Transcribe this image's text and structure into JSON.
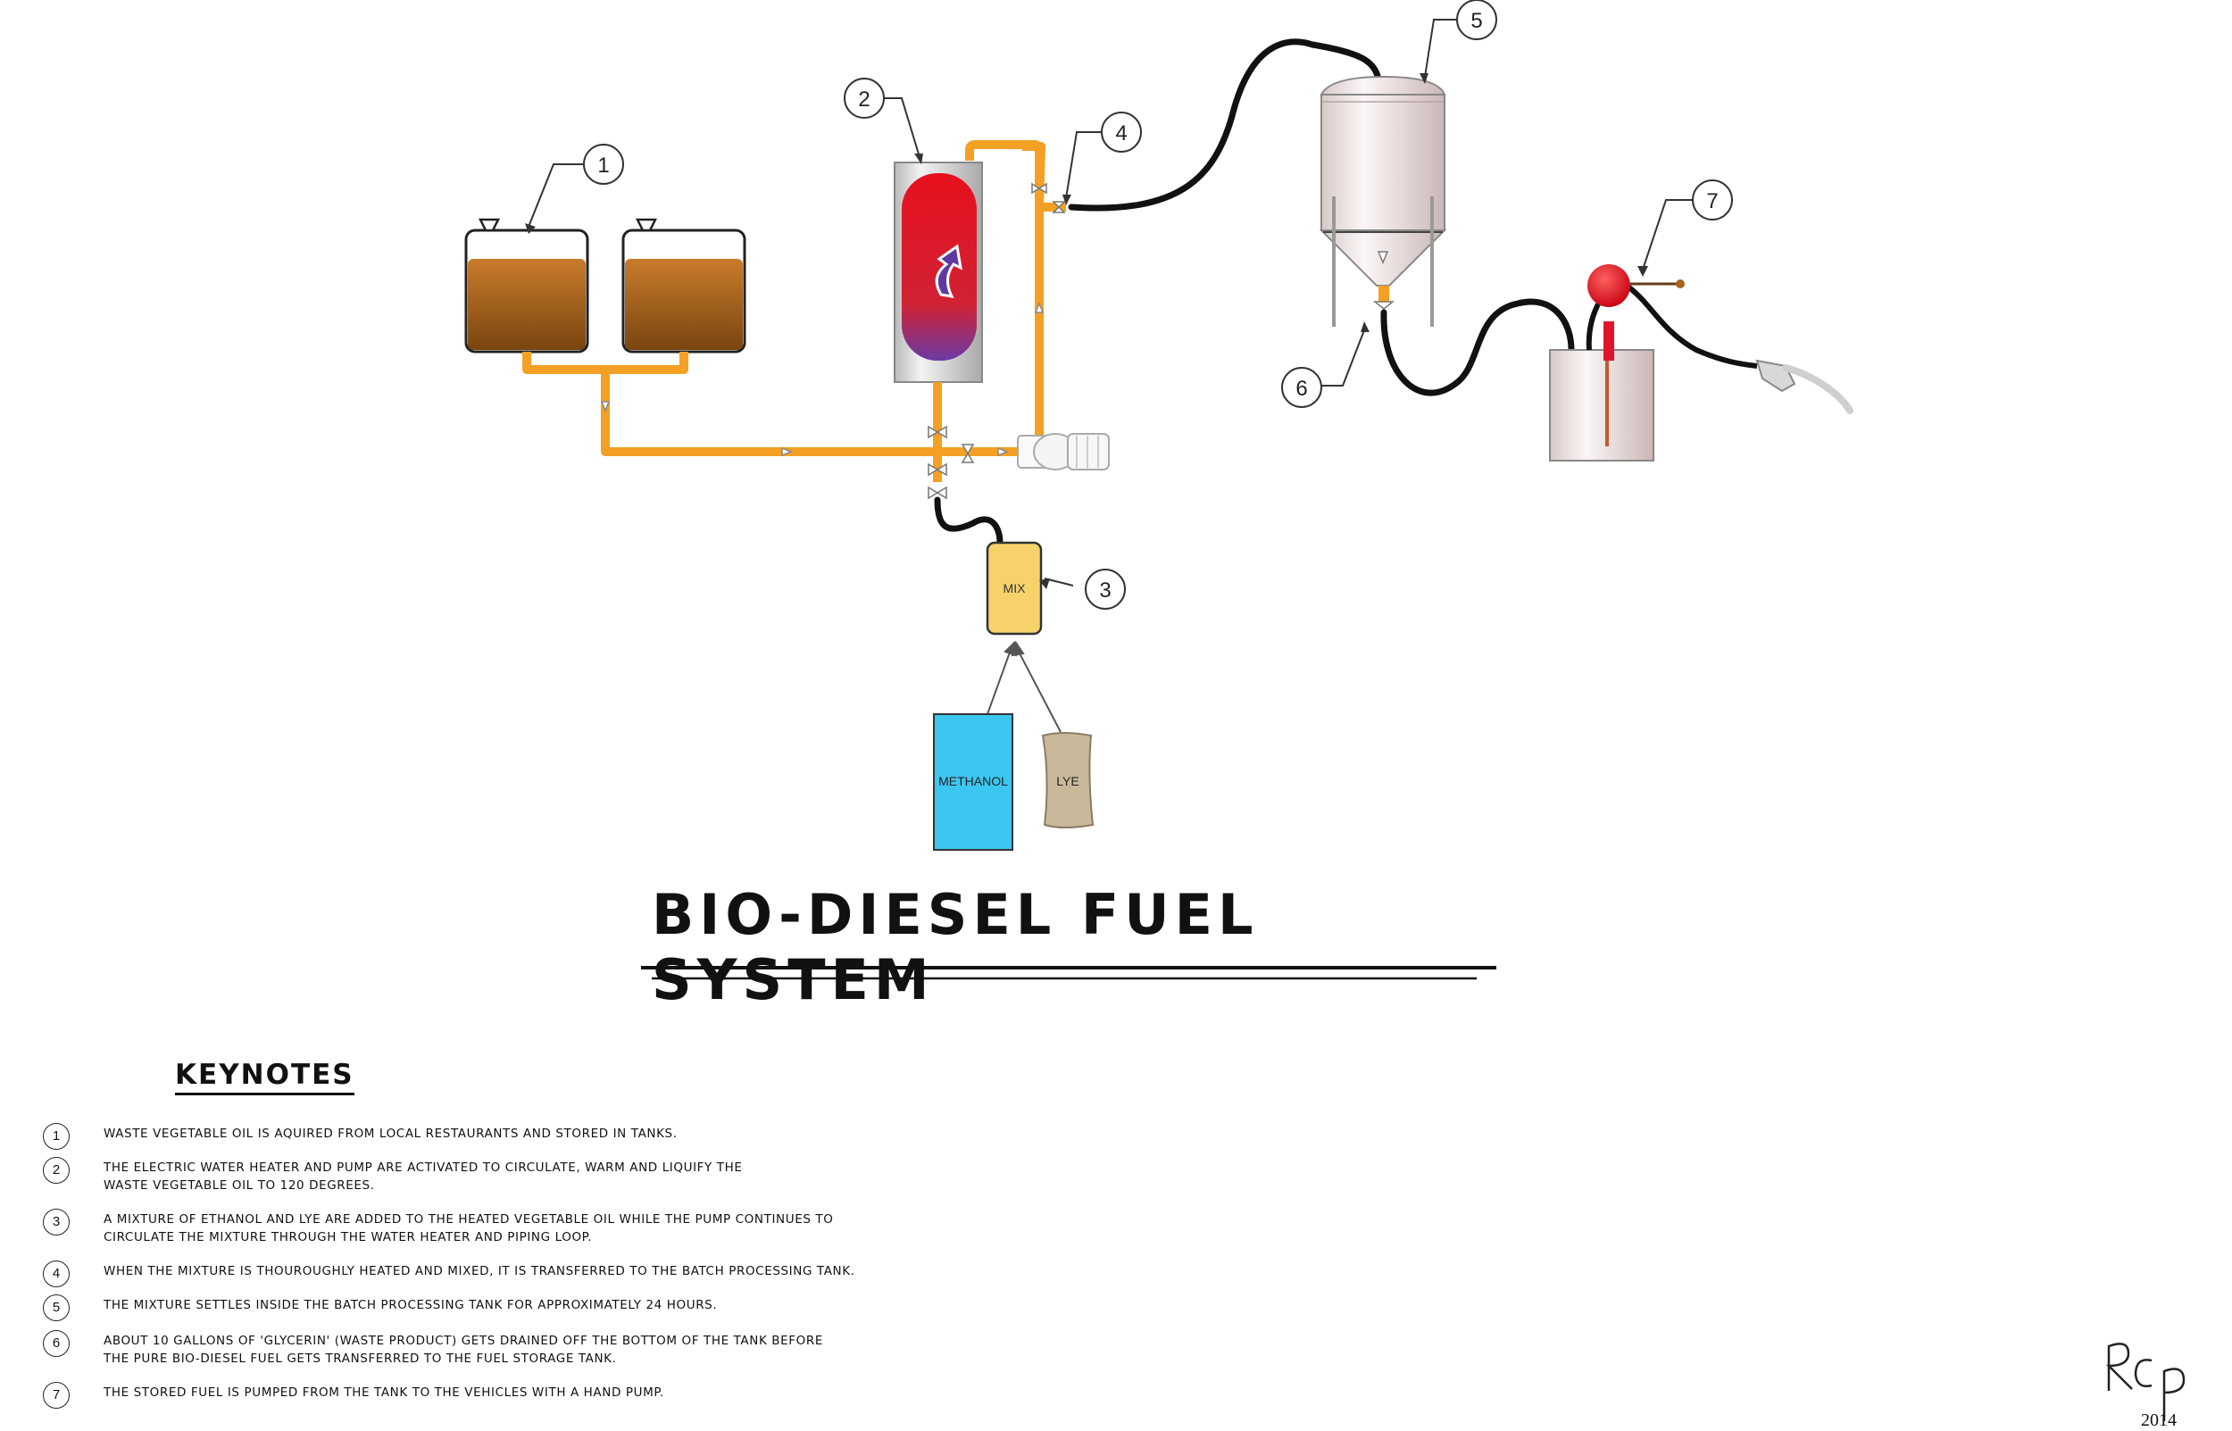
{
  "title": "Bio-Diesel Fuel System",
  "callouts": [
    "1",
    "2",
    "3",
    "4",
    "5",
    "6",
    "7"
  ],
  "labels": {
    "mix": "MIX",
    "methanol": "METHANOL",
    "lye": "LYE"
  },
  "keynotes": {
    "heading": "Keynotes",
    "items": [
      {
        "num": "1",
        "text": "Waste vegetable oil is aquired from local restaurants and stored in tanks."
      },
      {
        "num": "2",
        "text": "The electric water heater and pump are activated to circulate, warm and liquify the\nwaste vegetable oil to 120 degrees."
      },
      {
        "num": "3",
        "text": "A mixture of ethanol and lye are added to the heated vegetable oil while the pump continues to\ncirculate the mixture through the water heater and piping loop."
      },
      {
        "num": "4",
        "text": "When the mixture is thouroughly heated and mixed, it is transferred to the batch processing tank."
      },
      {
        "num": "5",
        "text": "The mixture settles inside the batch processing tank for approximately 24 hours."
      },
      {
        "num": "6",
        "text": "About 10 gallons of 'glycerin' (waste product) gets drained off the bottom of the tank before\nthe pure bio-diesel fuel gets transferred to the fuel storage tank."
      },
      {
        "num": "7",
        "text": "The stored fuel is pumped from the tank to the vehicles with a hand pump."
      }
    ]
  },
  "signature": {
    "initials": "RCP",
    "year": "2014"
  },
  "colors": {
    "pipe": "#f4a024",
    "hose": "#111111",
    "oil": "#a8621c",
    "heater_red": "#e0152b",
    "mix_box": "#f7d26b",
    "methanol": "#3cc7f2",
    "lye": "#c9b99a"
  }
}
